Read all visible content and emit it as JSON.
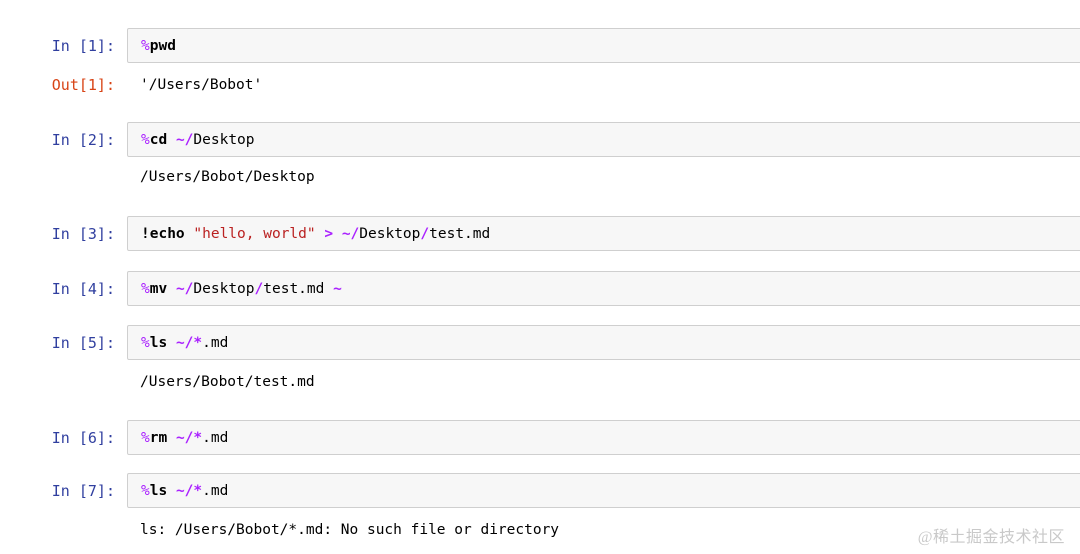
{
  "colors": {
    "in_prompt": "#303F9F",
    "out_prompt": "#D84315",
    "magic": "#AA22FF",
    "operator": "#AA22FF",
    "string": "#BA2121",
    "code_text": "#000000",
    "input_bg": "#f7f7f7",
    "input_border": "#cfcfcf",
    "page_bg": "#ffffff",
    "watermark": "#c9c9c9"
  },
  "watermark": {
    "text": "@稀土掘金技术社区"
  },
  "cells": [
    {
      "in_prompt": "In [1]:",
      "source": "%pwd",
      "tokens": [
        {
          "t": "magic",
          "s": "%"
        },
        {
          "t": "kw",
          "s": "pwd"
        }
      ],
      "out_prompt": "Out[1]:",
      "output": "'/Users/Bobot'"
    },
    {
      "in_prompt": "In [2]:",
      "source": "%cd ~/Desktop",
      "tokens": [
        {
          "t": "magic",
          "s": "%"
        },
        {
          "t": "kw",
          "s": "cd"
        },
        {
          "t": "plain",
          "s": " "
        },
        {
          "t": "op",
          "s": "~/"
        },
        {
          "t": "plain",
          "s": "Desktop"
        }
      ],
      "out_prompt": "",
      "output": "/Users/Bobot/Desktop"
    },
    {
      "in_prompt": "In [3]:",
      "source": "!echo \"hello, world\" > ~/Desktop/test.md",
      "tokens": [
        {
          "t": "kw",
          "s": "!echo"
        },
        {
          "t": "plain",
          "s": " "
        },
        {
          "t": "str",
          "s": "\"hello, world\""
        },
        {
          "t": "plain",
          "s": " "
        },
        {
          "t": "op",
          "s": ">"
        },
        {
          "t": "plain",
          "s": " "
        },
        {
          "t": "op",
          "s": "~/"
        },
        {
          "t": "plain",
          "s": "Desktop"
        },
        {
          "t": "op",
          "s": "/"
        },
        {
          "t": "plain",
          "s": "test.md"
        }
      ]
    },
    {
      "in_prompt": "In [4]:",
      "source": "%mv ~/Desktop/test.md ~",
      "tokens": [
        {
          "t": "magic",
          "s": "%"
        },
        {
          "t": "kw",
          "s": "mv"
        },
        {
          "t": "plain",
          "s": " "
        },
        {
          "t": "op",
          "s": "~/"
        },
        {
          "t": "plain",
          "s": "Desktop"
        },
        {
          "t": "op",
          "s": "/"
        },
        {
          "t": "plain",
          "s": "test.md"
        },
        {
          "t": "plain",
          "s": " "
        },
        {
          "t": "op",
          "s": "~"
        }
      ]
    },
    {
      "in_prompt": "In [5]:",
      "source": "%ls ~/*.md",
      "tokens": [
        {
          "t": "magic",
          "s": "%"
        },
        {
          "t": "kw",
          "s": "ls"
        },
        {
          "t": "plain",
          "s": " "
        },
        {
          "t": "op",
          "s": "~/*"
        },
        {
          "t": "plain",
          "s": ".md"
        }
      ],
      "out_prompt": "",
      "output": "/Users/Bobot/test.md"
    },
    {
      "in_prompt": "In [6]:",
      "source": "%rm ~/*.md",
      "tokens": [
        {
          "t": "magic",
          "s": "%"
        },
        {
          "t": "kw",
          "s": "rm"
        },
        {
          "t": "plain",
          "s": " "
        },
        {
          "t": "op",
          "s": "~/*"
        },
        {
          "t": "plain",
          "s": ".md"
        }
      ]
    },
    {
      "in_prompt": "In [7]:",
      "source": "%ls ~/*.md",
      "tokens": [
        {
          "t": "magic",
          "s": "%"
        },
        {
          "t": "kw",
          "s": "ls"
        },
        {
          "t": "plain",
          "s": " "
        },
        {
          "t": "op",
          "s": "~/*"
        },
        {
          "t": "plain",
          "s": ".md"
        }
      ],
      "out_prompt": "",
      "output": "ls: /Users/Bobot/*.md: No such file or directory"
    }
  ]
}
